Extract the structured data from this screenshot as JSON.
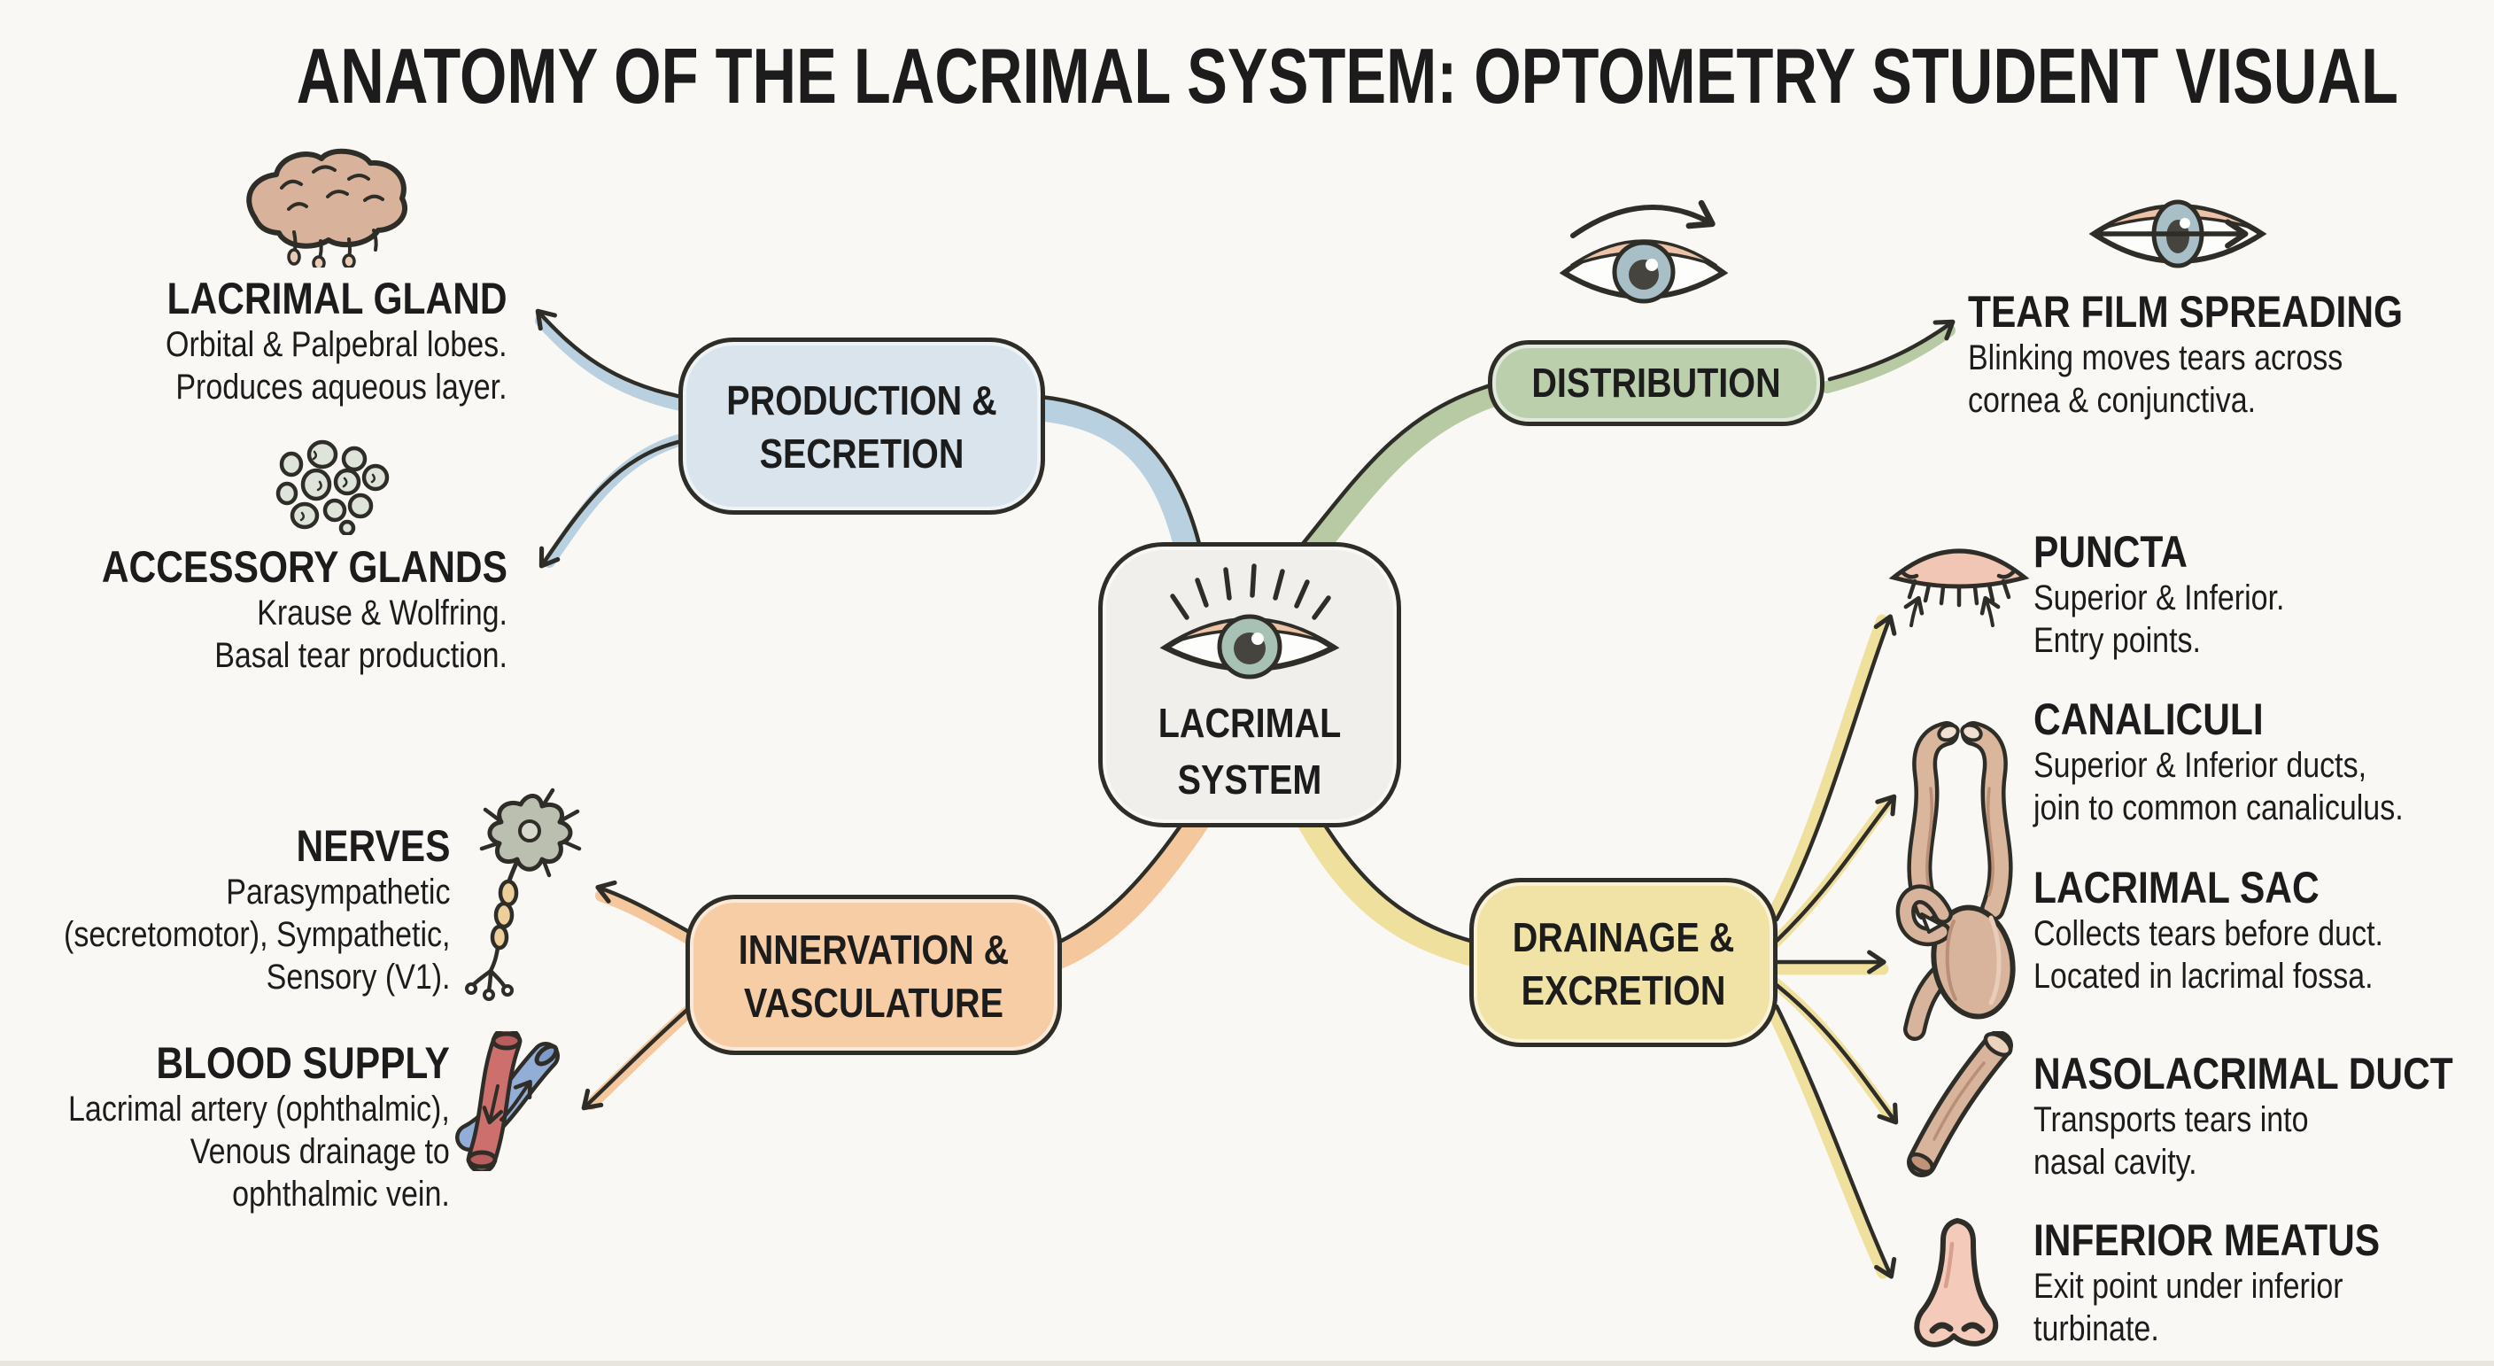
{
  "title": "ANATOMY OF THE LACRIMAL SYSTEM: OPTOMETRY STUDENT VISUAL",
  "center": {
    "label": [
      "LACRIMAL",
      "SYSTEM"
    ],
    "icon": "eye-icon"
  },
  "nodes": {
    "production": {
      "label": [
        "PRODUCTION &",
        "SECRETION"
      ],
      "color": "#d9e4ec"
    },
    "distribution": {
      "label": [
        "DISTRIBUTION"
      ],
      "color": "#bccfad"
    },
    "innervation": {
      "label": [
        "INNERVATION &",
        "VASCULATURE"
      ],
      "color": "#f6cda5"
    },
    "drainage": {
      "label": [
        "DRAINAGE &",
        "EXCRETION"
      ],
      "color": "#f1e3a6"
    }
  },
  "details": {
    "lacrimal_gland": {
      "heading": "LACRIMAL GLAND",
      "lines": [
        "Orbital & Palpebral lobes.",
        "Produces aqueous layer."
      ],
      "icon": "lacrimal-gland-icon"
    },
    "accessory_glands": {
      "heading": "ACCESSORY GLANDS",
      "lines": [
        "Krause & Wolfring.",
        "Basal tear production."
      ],
      "icon": "accessory-glands-icon"
    },
    "nerves": {
      "heading": "NERVES",
      "lines": [
        "Parasympathetic",
        "(secretomotor), Sympathetic,",
        "Sensory (V1)."
      ],
      "icon": "neuron-icon"
    },
    "blood_supply": {
      "heading": "BLOOD SUPPLY",
      "lines": [
        "Lacrimal artery (ophthalmic),",
        "Venous drainage to",
        "ophthalmic vein."
      ],
      "icon": "blood-vessels-icon"
    },
    "tear_film": {
      "heading": "TEAR FILM SPREADING",
      "lines": [
        "Blinking moves tears across",
        "cornea & conjunctiva."
      ],
      "icon": "eye-spread-arrow-icon"
    },
    "puncta": {
      "heading": "PUNCTA",
      "lines": [
        "Superior & Inferior.",
        "Entry points."
      ],
      "icon": "closed-eyelid-puncta-icon"
    },
    "canaliculi": {
      "heading": "CANALICULI",
      "lines": [
        "Superior & Inferior ducts,",
        "join to common canaliculus."
      ],
      "icon": "canaliculi-ducts-icon"
    },
    "lacrimal_sac": {
      "heading": "LACRIMAL SAC",
      "lines": [
        "Collects tears before duct.",
        "Located in lacrimal fossa."
      ],
      "icon": "lacrimal-sac-icon"
    },
    "nasolacrimal_duct": {
      "heading": "NASOLACRIMAL DUCT",
      "lines": [
        "Transports tears into",
        "nasal cavity."
      ],
      "icon": "nasolacrimal-duct-icon"
    },
    "inferior_meatus": {
      "heading": "INFERIOR MEATUS",
      "lines": [
        "Exit point under inferior",
        "turbinate."
      ],
      "icon": "nose-icon"
    }
  },
  "colors": {
    "background": "#faf8f4",
    "outline": "#2f2d28",
    "production_ribbon": "#b9d0e0",
    "distribution_ribbon": "#b7caa4",
    "innervation_ribbon": "#f4c79d",
    "drainage_ribbon": "#f0e09e",
    "center_fill": "#f0efec"
  }
}
